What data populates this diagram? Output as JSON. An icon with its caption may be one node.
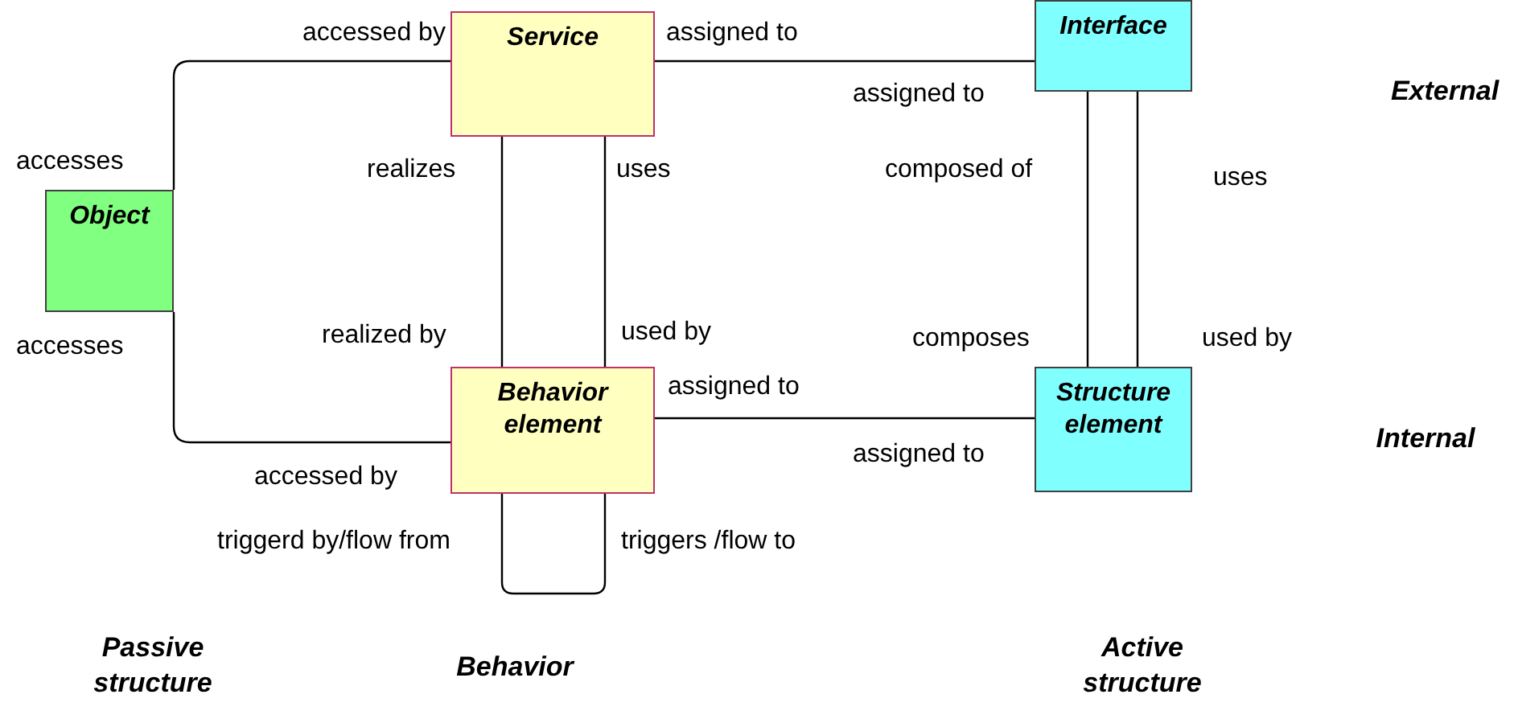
{
  "diagram": {
    "nodes": [
      {
        "text": [
          "Service"
        ]
      },
      {
        "text": [
          "Interface"
        ]
      },
      {
        "text": [
          "Object"
        ]
      },
      {
        "text": [
          "Behavior element"
        ]
      },
      {
        "text": [
          "Structure element"
        ]
      }
    ],
    "edges": [
      {
        "from": 2,
        "to": 0,
        "arrow": "none"
      },
      {
        "from": 2,
        "to": 3,
        "arrow": "none"
      },
      {
        "from": 0,
        "to": 1,
        "arrow": "none"
      },
      {
        "from": 0,
        "to": 3,
        "arrow": "none"
      },
      {
        "from": 0,
        "to": 3,
        "arrow": "none"
      },
      {
        "from": 1,
        "to": 4,
        "arrow": "none"
      },
      {
        "from": 1,
        "to": 4,
        "arrow": "none"
      },
      {
        "from": 3,
        "to": 4,
        "arrow": "none"
      },
      {
        "from": 3,
        "to": 3,
        "arrow": "none"
      }
    ],
    "labels": [
      "accessed by",
      "assigned to",
      "assigned to",
      "External",
      "accesses",
      "realizes",
      "uses",
      "composed of",
      "uses",
      "accesses",
      "realized by",
      "used by",
      "composes",
      "used by",
      "assigned to",
      "Internal",
      "assigned to",
      "accessed by",
      "triggerd by/flow from",
      "triggers /flow to",
      "Passive structure",
      "Behavior",
      "Active structure"
    ]
  }
}
